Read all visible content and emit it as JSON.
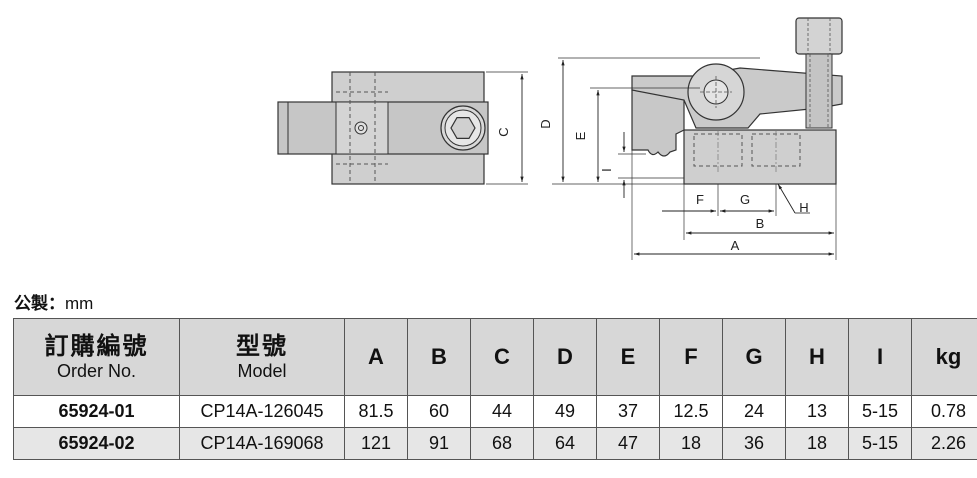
{
  "drawing": {
    "labels": {
      "C": "C",
      "D": "D",
      "E": "E",
      "I": "I",
      "F": "F",
      "G": "G",
      "H": "H",
      "B": "B",
      "A": "A"
    }
  },
  "unit": {
    "label": "公製",
    "value": "mm"
  },
  "table": {
    "header": {
      "order_zh": "訂購編號",
      "order_en": "Order No.",
      "model_zh": "型號",
      "model_en": "Model",
      "cols": [
        "A",
        "B",
        "C",
        "D",
        "E",
        "F",
        "G",
        "H",
        "I",
        "kg"
      ]
    },
    "rows": [
      {
        "order": "65924-01",
        "model": "CP14A-126045",
        "values": [
          "81.5",
          "60",
          "44",
          "49",
          "37",
          "12.5",
          "24",
          "13",
          "5-15",
          "0.78"
        ]
      },
      {
        "order": "65924-02",
        "model": "CP14A-169068",
        "values": [
          "121",
          "91",
          "68",
          "64",
          "47",
          "18",
          "36",
          "18",
          "5-15",
          "2.26"
        ]
      }
    ]
  }
}
